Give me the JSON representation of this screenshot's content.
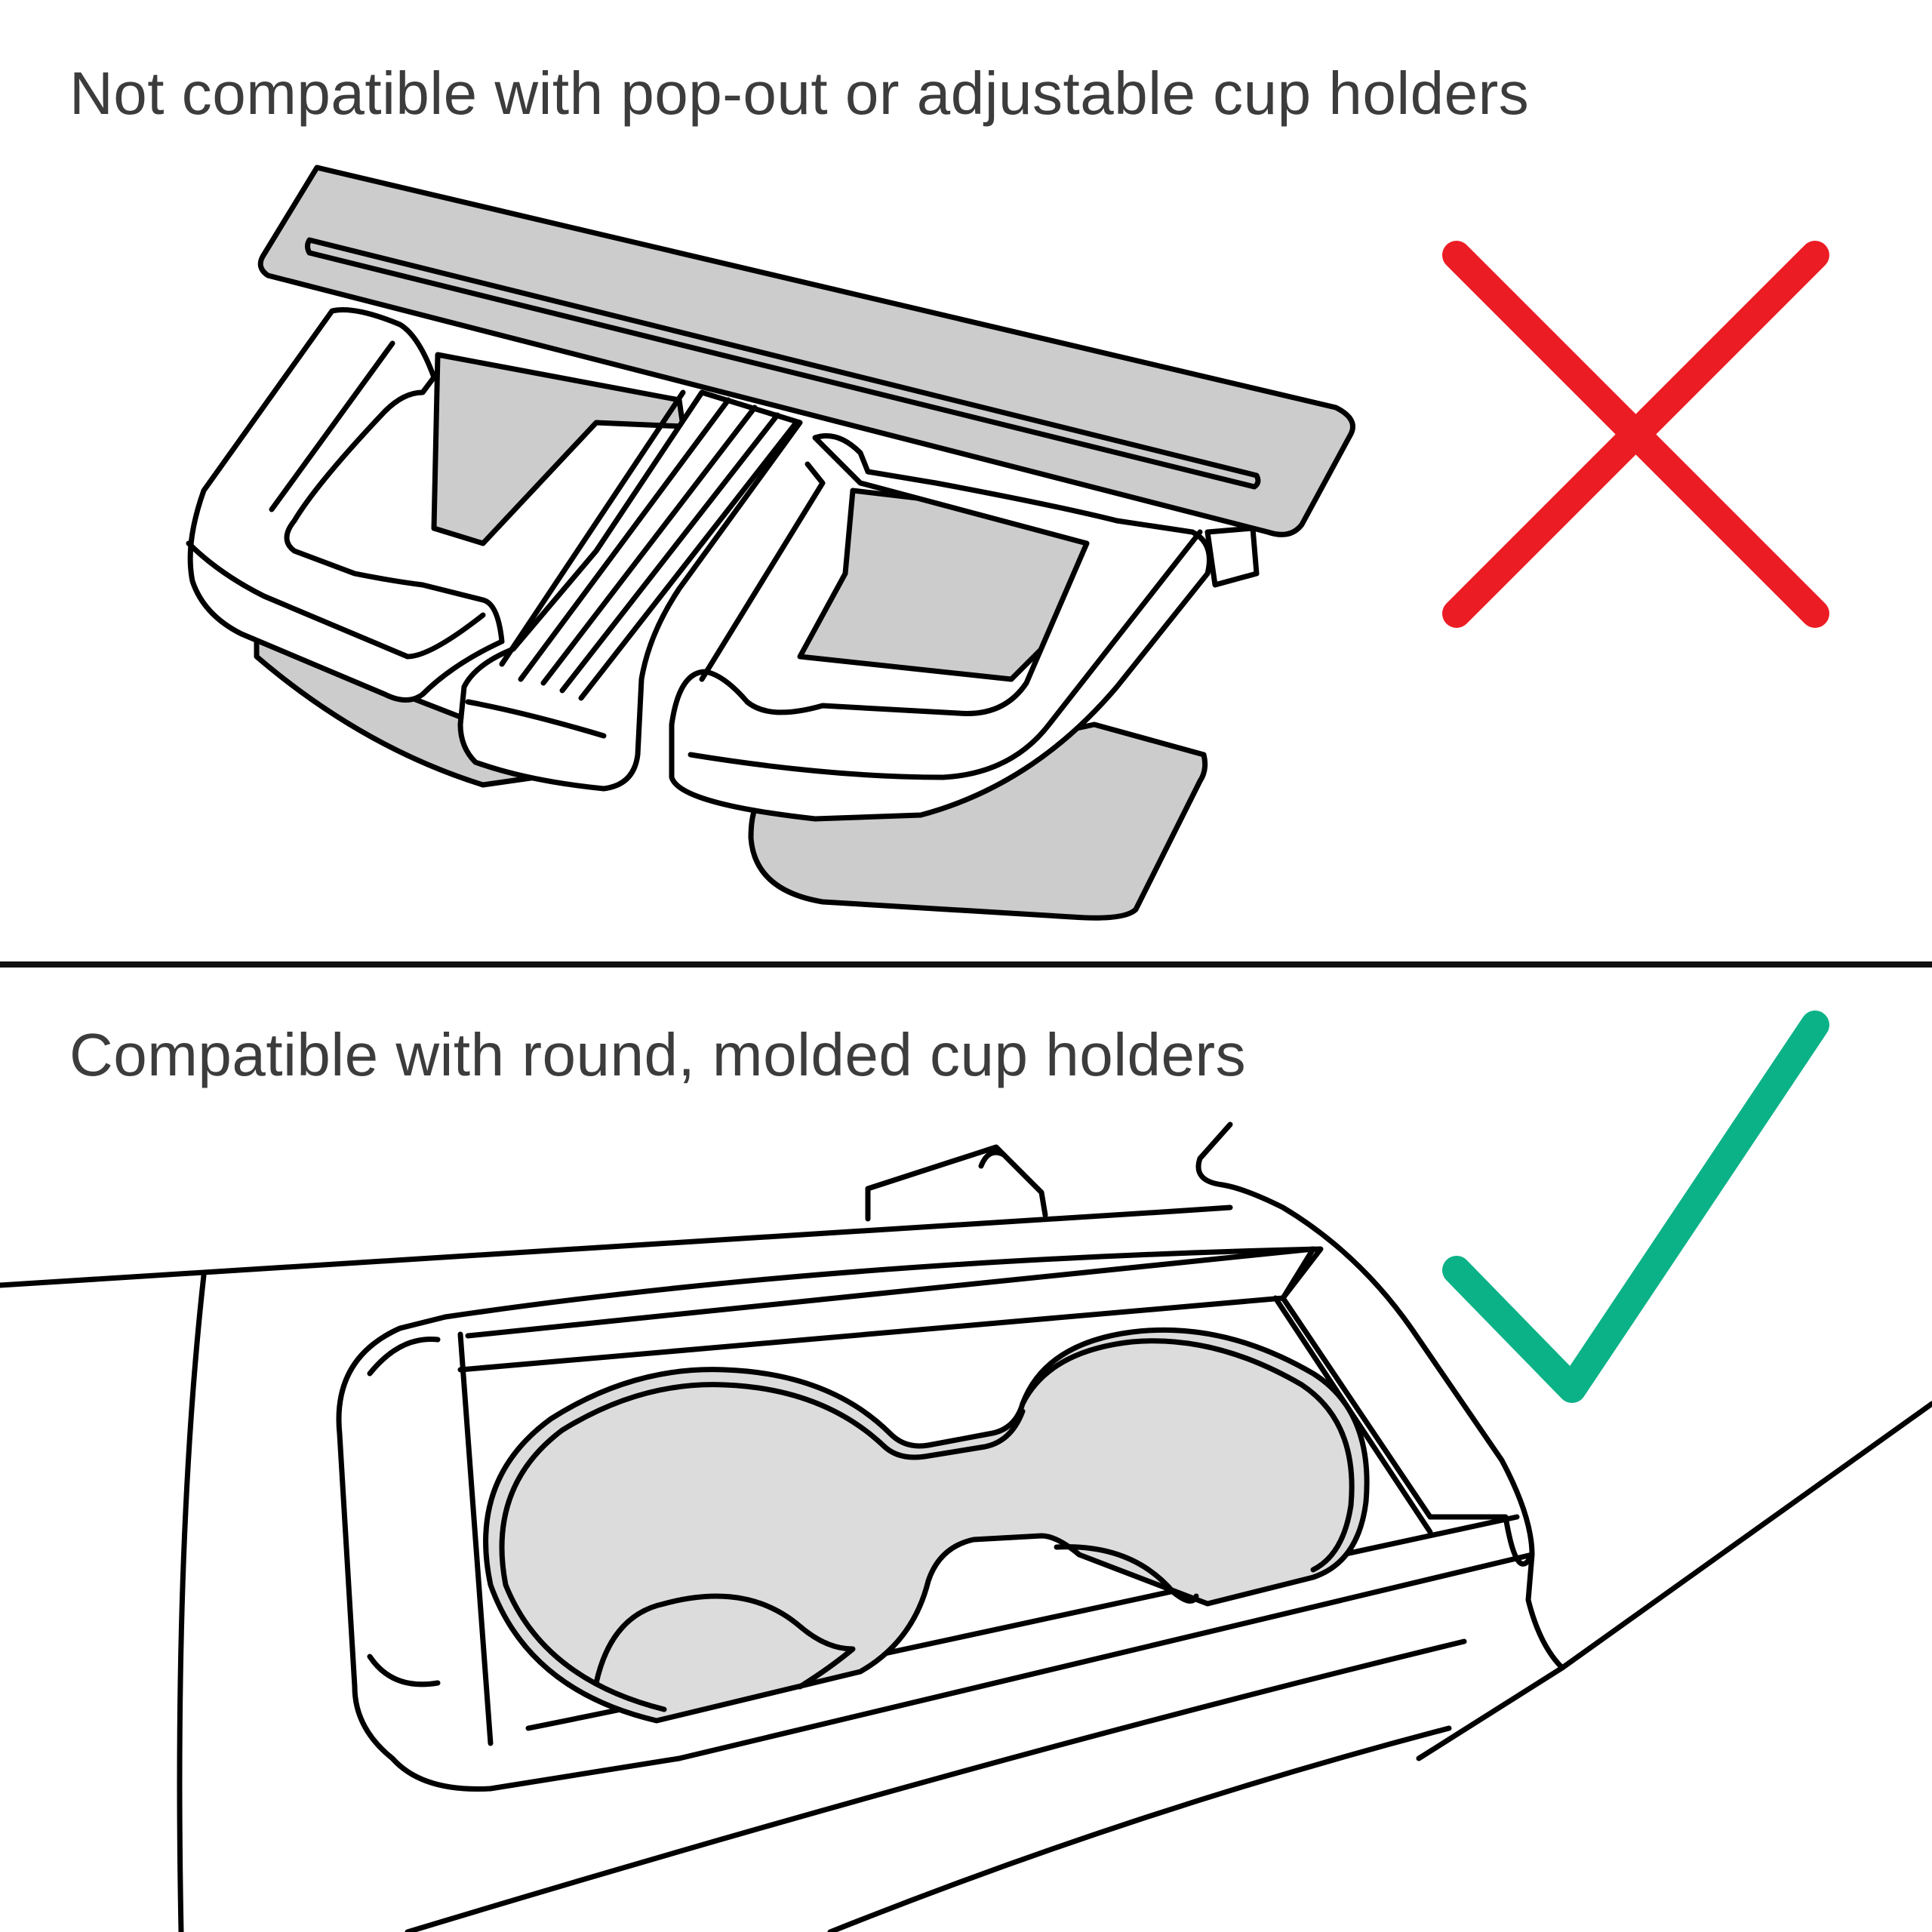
{
  "sections": [
    {
      "heading": "Not compatible with pop-out or adjustable cup holders",
      "verdict": "incompatible",
      "mark_icon": "cross-icon",
      "mark_color": "#ec1c24"
    },
    {
      "heading": "Compatible with round, molded cup holders",
      "verdict": "compatible",
      "mark_icon": "check-icon",
      "mark_color": "#0bb287"
    }
  ],
  "colors": {
    "text": "#3c3c3c",
    "divider": "#111111",
    "holder_fill": "#cccccc",
    "molded_fill": "#dcdcdc"
  }
}
